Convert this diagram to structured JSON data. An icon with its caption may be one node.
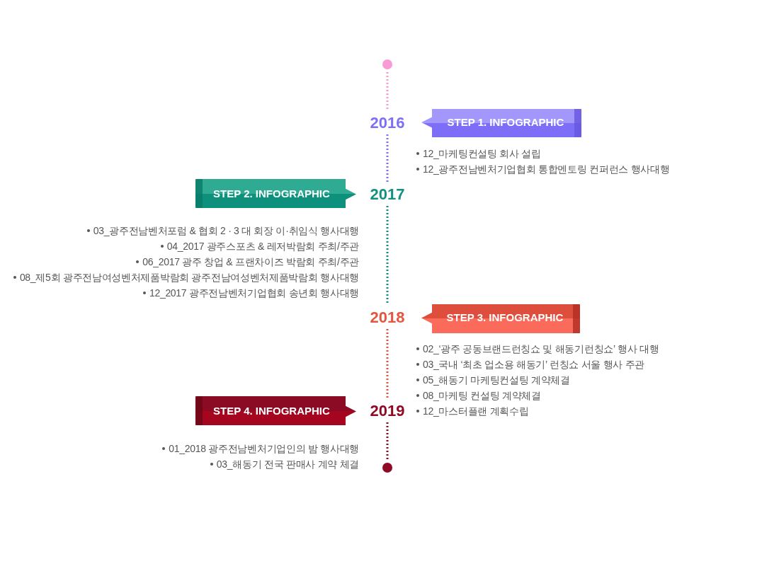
{
  "diagram": {
    "nodes": [
      {
        "text": [],
        "shape": "circle"
      },
      {
        "text": [
          "2016"
        ]
      },
      {
        "text": [
          "STEP 1. INFOGRAPHIC"
        ],
        "beside": [
          "12_마케팅컨설팅 회사 설립",
          "12_광주전남벤처기업협회 통합멘토링 컨퍼런스 행사대행"
        ]
      },
      {
        "text": [
          "2017"
        ]
      },
      {
        "text": [
          "STEP 2. INFOGRAPHIC"
        ],
        "beside": [
          "03_광주전남벤처포럼 & 협회 2 · 3 대 회장 이·취임식 행사대행",
          "04_2017 광주스포츠 & 레저박람회 주최/주관",
          "06_2017 광주 창업 & 프랜차이즈 박람회 주최/주관",
          "08_제5회 광주전남여성벤처제품박람회 광주전남여성벤처제품박람회 행사대행",
          "12_2017 광주전남벤처기업협회 송년회 행사대행"
        ]
      },
      {
        "text": [
          "2018"
        ]
      },
      {
        "text": [
          "STEP 3. INFOGRAPHIC"
        ],
        "beside": [
          "02_‘광주 공동브랜드런칭쇼 및 해동기런칭쇼’ 행사 대행",
          "03_국내 ‘최초 업소용 해동기’ 런칭쇼 서울 행사 주관",
          "05_해동기 마케팅컨설팅 계약체결",
          "08_마케팅 컨설팅 계약체결",
          "12_마스터플랜 계획수립"
        ]
      },
      {
        "text": [
          "2019"
        ]
      },
      {
        "text": [
          "STEP 4. INFOGRAPHIC"
        ],
        "beside": [
          "01_2018 광주전남벤처기업인의 밤 행사대행",
          "03_해동기 전국 판매사 계약 체결"
        ]
      },
      {
        "text": [],
        "shape": "circle"
      }
    ],
    "edges": [
      {
        "from": 0,
        "to": 1,
        "arrow": "none",
        "style": "dashed",
        "color": "#f79ad6"
      },
      {
        "from": 1,
        "to": 3,
        "arrow": "none",
        "style": "dashed",
        "color": "#7d70f5"
      },
      {
        "from": 3,
        "to": 5,
        "arrow": "none",
        "style": "dashed",
        "color": "#11917e"
      },
      {
        "from": 5,
        "to": 7,
        "arrow": "none",
        "style": "dashed",
        "color": "#e3563f"
      },
      {
        "from": 7,
        "to": 9,
        "arrow": "none",
        "style": "dashed",
        "color": "#8e0a25"
      }
    ]
  }
}
